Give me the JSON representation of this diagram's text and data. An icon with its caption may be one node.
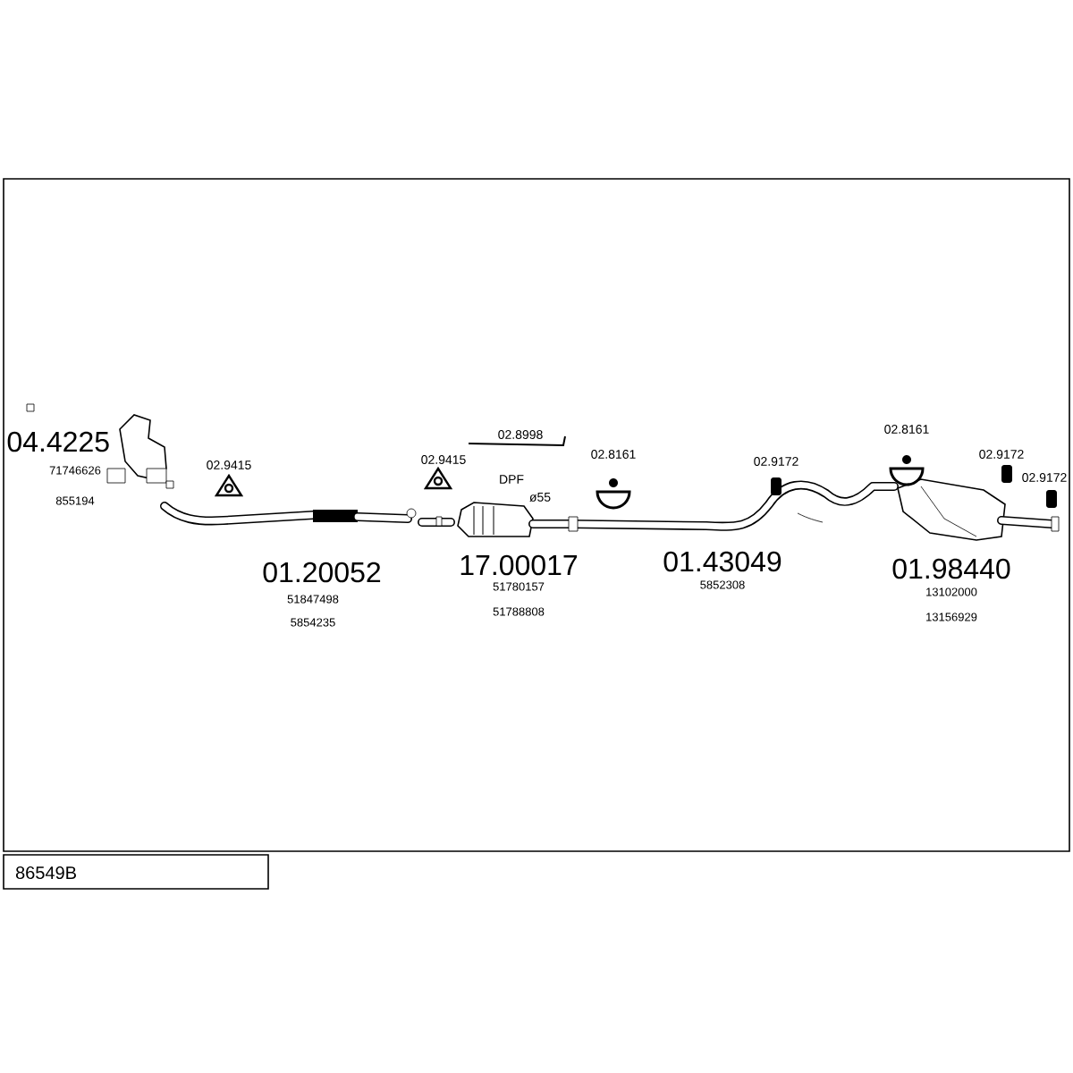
{
  "diagram": {
    "title": "86549B",
    "labels": [
      "04.4225",
      "71746626",
      "855194",
      "02.9415",
      "02.9415",
      "02.8998",
      "DPF",
      "ø55",
      "02.8161",
      "02.9172",
      "02.8161",
      "02.9172",
      "02.9172",
      "01.20052",
      "51847498",
      "5854235",
      "17.00017",
      "51780157",
      "51788808",
      "01.43049",
      "5852308",
      "01.98440",
      "13102000",
      "13156929"
    ]
  }
}
